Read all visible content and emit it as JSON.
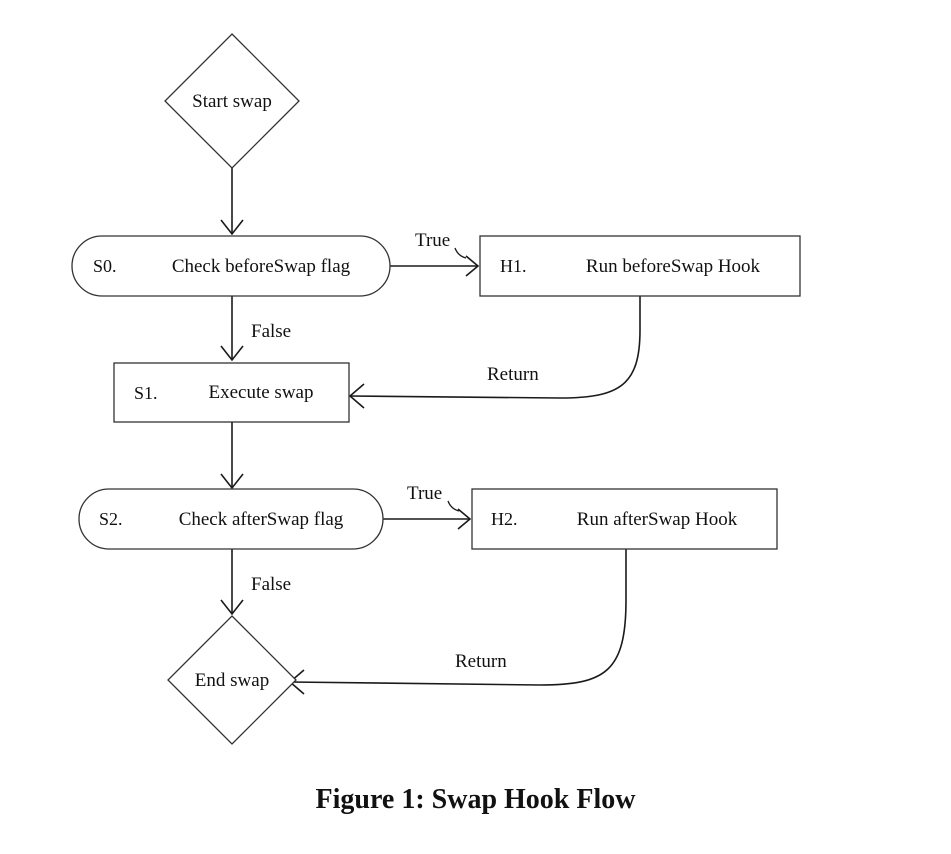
{
  "diagram": {
    "nodes": {
      "start": {
        "label": "Start swap"
      },
      "s0": {
        "code": "S0.",
        "label": "Check beforeSwap flag"
      },
      "h1": {
        "code": "H1.",
        "label": "Run beforeSwap Hook"
      },
      "s1": {
        "code": "S1.",
        "label": "Execute swap"
      },
      "s2": {
        "code": "S2.",
        "label": "Check afterSwap flag"
      },
      "h2": {
        "code": "H2.",
        "label": "Run afterSwap Hook"
      },
      "end": {
        "label": "End swap"
      }
    },
    "edges": {
      "s0_h1": {
        "label": "True"
      },
      "s0_s1": {
        "label": "False"
      },
      "h1_s1": {
        "label": "Return"
      },
      "s2_h2": {
        "label": "True"
      },
      "s2_end": {
        "label": "False"
      },
      "h2_end": {
        "label": "Return"
      }
    }
  },
  "caption": "Figure 1: Swap Hook Flow"
}
